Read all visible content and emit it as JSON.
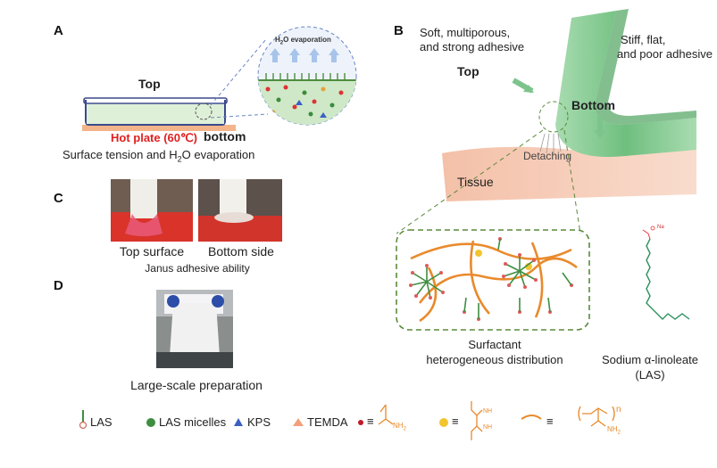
{
  "panels": {
    "a": {
      "label": "A",
      "top": "Top",
      "bottom": "bottom",
      "hot_plate": "Hot plate (60℃)",
      "caption_pre": "Surface tension and H",
      "caption_sub": "2",
      "caption_post": "O evaporation",
      "zoom_pre": "H",
      "zoom_sub": "2",
      "zoom_post": "O evaporation"
    },
    "b": {
      "label": "B",
      "soft": [
        "Soft, multiporous,",
        "and strong adhesive"
      ],
      "stiff": [
        "Stiff, flat,",
        "and poor adhesive"
      ],
      "top": "Top",
      "bottom": "Bottom",
      "detaching": "Detaching",
      "tissue": "Tissue",
      "surfactant": [
        "Surfactant",
        "heterogeneous distribution"
      ],
      "las_name": [
        "Sodium α-linoleate",
        "(LAS)"
      ],
      "na": "Na"
    },
    "c": {
      "label": "C",
      "photo1": "Top surface",
      "photo2": "Bottom side",
      "caption": "Janus adhesive ability"
    },
    "d": {
      "label": "D",
      "caption": "Large-scale preparation"
    }
  },
  "legend": {
    "las": "LAS",
    "micelles": "LAS micelles",
    "kps": "KPS",
    "temda": "TEMDA",
    "equiv": "≡",
    "n": "n",
    "nh2": "NH",
    "nh2_sub": "2",
    "nh": "NH"
  },
  "colors": {
    "green_film": "#7cc48a",
    "tissue": "#f6c9b3",
    "orange_chain": "#e98a2c",
    "micelle_green": "#3e8e41",
    "dashed": "#5a8a3a",
    "hot_red": "#e02020"
  }
}
